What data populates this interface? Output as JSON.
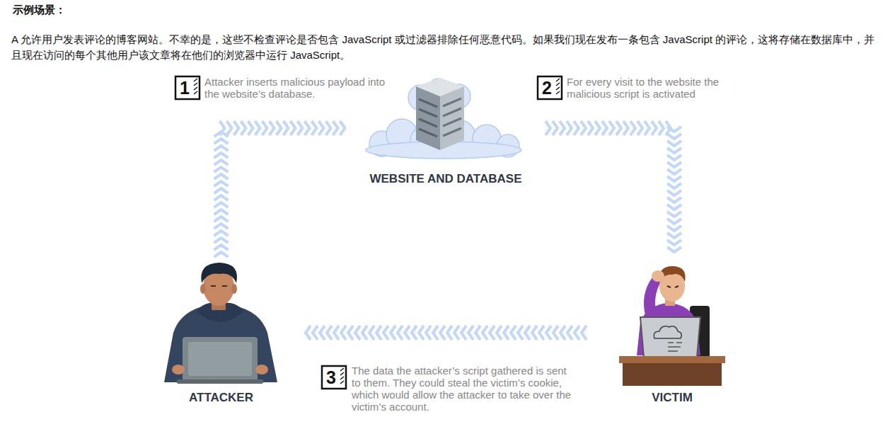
{
  "diagram": {
    "title": "示例场景：",
    "nodes": [
      {
        "text": [
          "WEBSITE AND DATABASE"
        ]
      },
      {
        "text": [
          "ATTACKER"
        ]
      },
      {
        "text": [
          "VICTIM"
        ]
      }
    ],
    "edges": [
      {
        "from": 1,
        "to": 0,
        "arrow": "to"
      },
      {
        "from": 0,
        "to": 2,
        "arrow": "to"
      },
      {
        "from": 2,
        "to": 1,
        "arrow": "to"
      }
    ],
    "labels": [
      "A 允许用户发表评论的博客网站。不幸的是，这些不检查评论是否包含 JavaScript 或过滤器排除任何恶意代码。如果我们现在发布一条包含 JavaScript 的评论，这将存储在数据库中，并且现在访问的每个其他用户该文章将在他们的浏览器中运行 JavaScript。",
      "1",
      "Attacker inserts malicious payload into the website’s database.",
      "2",
      "For every visit to the website the malicious script is activated",
      "3",
      "The data the attacker’s script gathered is sent to them. They could steal the victim’s cookie, which would allow the attacker to take over the victim’s account."
    ]
  }
}
